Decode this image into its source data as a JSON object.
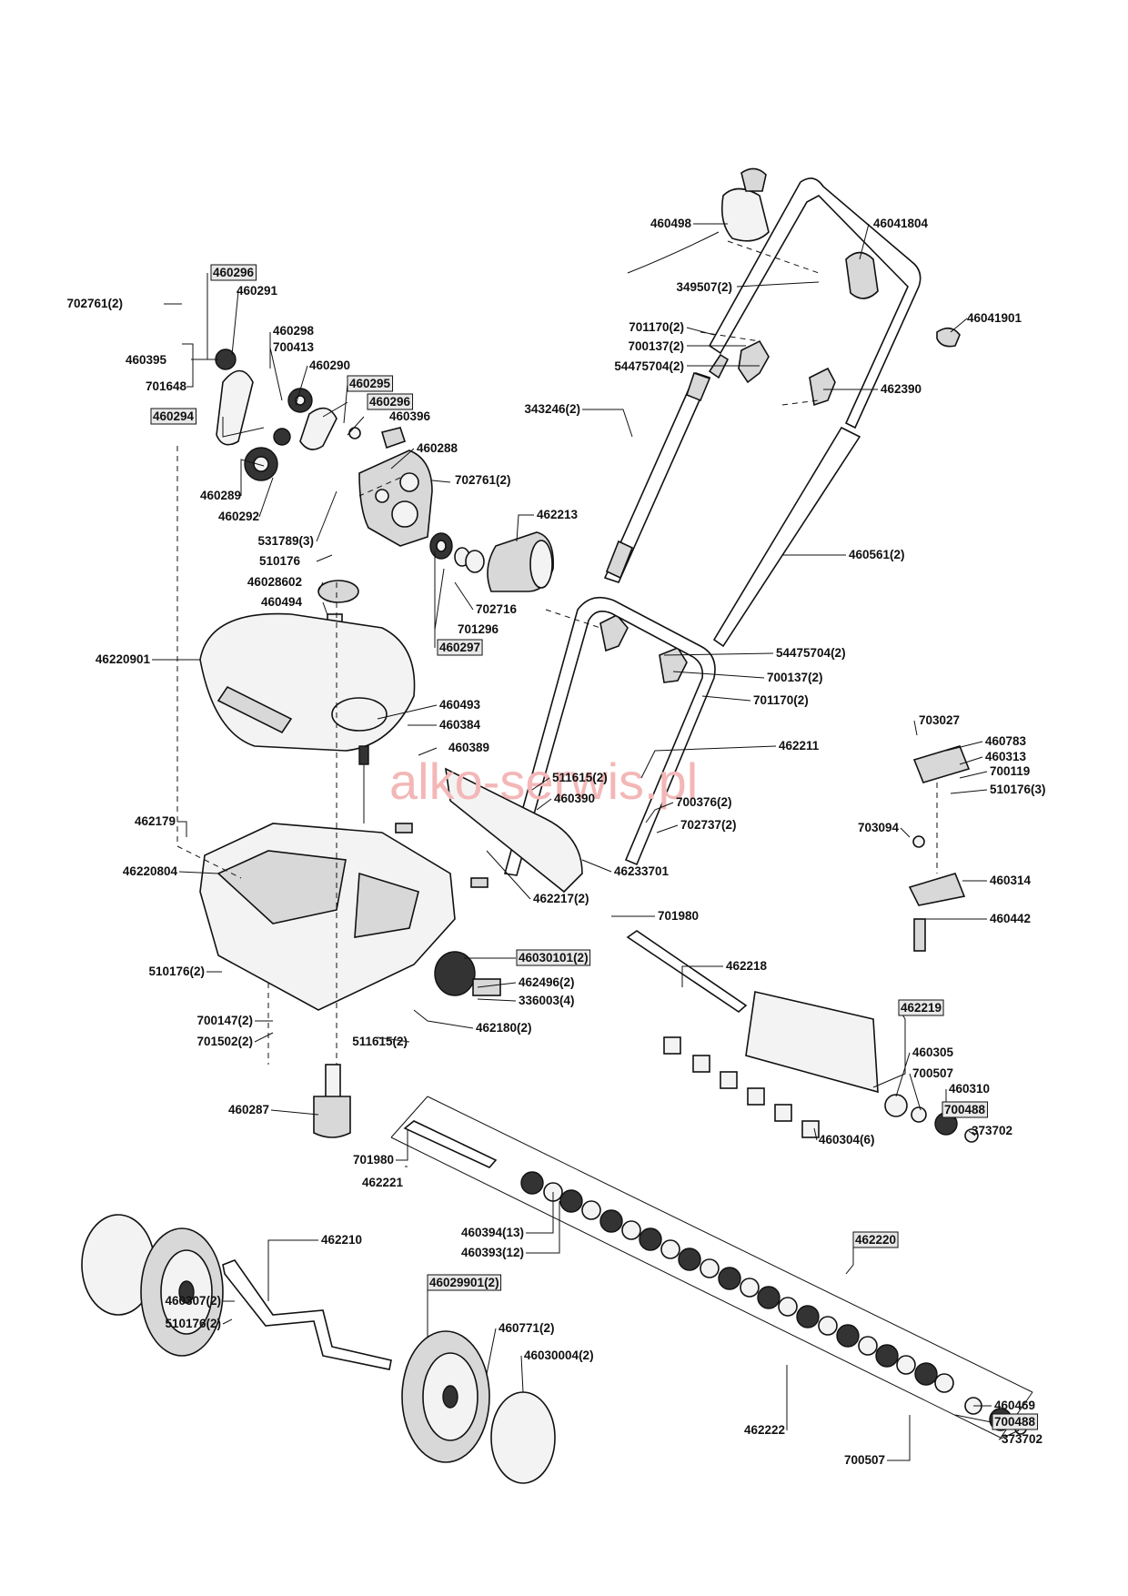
{
  "watermark": "alko-serwis.pl",
  "labels": [
    {
      "id": "l460498",
      "text": "460498",
      "framed": false
    },
    {
      "id": "l46041804",
      "text": "46041804",
      "framed": false
    },
    {
      "id": "l349507",
      "text": "349507(2)",
      "framed": false
    },
    {
      "id": "l701170a",
      "text": "701170(2)",
      "framed": false
    },
    {
      "id": "l700137a",
      "text": "700137(2)",
      "framed": false
    },
    {
      "id": "l54475704a",
      "text": "54475704(2)",
      "framed": false
    },
    {
      "id": "l46041901",
      "text": "46041901",
      "framed": false
    },
    {
      "id": "l462390",
      "text": "462390",
      "framed": false
    },
    {
      "id": "l343246",
      "text": "343246(2)",
      "framed": false
    },
    {
      "id": "l460561",
      "text": "460561(2)",
      "framed": false
    },
    {
      "id": "l460296a",
      "text": "460296",
      "framed": true
    },
    {
      "id": "l702761a",
      "text": "702761(2)",
      "framed": false
    },
    {
      "id": "l460291",
      "text": "460291",
      "framed": false
    },
    {
      "id": "l460395",
      "text": "460395",
      "framed": false
    },
    {
      "id": "l460298",
      "text": "460298",
      "framed": false
    },
    {
      "id": "l700413",
      "text": "700413",
      "framed": false
    },
    {
      "id": "l701648",
      "text": "701648",
      "framed": false
    },
    {
      "id": "l460290",
      "text": "460290",
      "framed": false
    },
    {
      "id": "l460295",
      "text": "460295",
      "framed": true
    },
    {
      "id": "l460296b",
      "text": "460296",
      "framed": true
    },
    {
      "id": "l460294",
      "text": "460294",
      "framed": true
    },
    {
      "id": "l460396",
      "text": "460396",
      "framed": false
    },
    {
      "id": "l460288",
      "text": "460288",
      "framed": false
    },
    {
      "id": "l702761b",
      "text": "702761(2)",
      "framed": false
    },
    {
      "id": "l460289",
      "text": "460289",
      "framed": false
    },
    {
      "id": "l460292",
      "text": "460292",
      "framed": false
    },
    {
      "id": "l462213",
      "text": "462213",
      "framed": false
    },
    {
      "id": "l531789",
      "text": "531789(3)",
      "framed": false
    },
    {
      "id": "l510176a",
      "text": "510176",
      "framed": false
    },
    {
      "id": "l46028602",
      "text": "46028602",
      "framed": false
    },
    {
      "id": "l460494",
      "text": "460494",
      "framed": false
    },
    {
      "id": "l702716",
      "text": "702716",
      "framed": false
    },
    {
      "id": "l701296",
      "text": "701296",
      "framed": false
    },
    {
      "id": "l460297",
      "text": "460297",
      "framed": true
    },
    {
      "id": "l46220901",
      "text": "46220901",
      "framed": false
    },
    {
      "id": "l54475704b",
      "text": "54475704(2)",
      "framed": false
    },
    {
      "id": "l700137b",
      "text": "700137(2)",
      "framed": false
    },
    {
      "id": "l701170b",
      "text": "701170(2)",
      "framed": false
    },
    {
      "id": "l460493",
      "text": "460493",
      "framed": false
    },
    {
      "id": "l460384",
      "text": "460384",
      "framed": false
    },
    {
      "id": "l460389",
      "text": "460389",
      "framed": false
    },
    {
      "id": "l703027",
      "text": "703027",
      "framed": false
    },
    {
      "id": "l460783",
      "text": "460783",
      "framed": false
    },
    {
      "id": "l460313",
      "text": "460313",
      "framed": false
    },
    {
      "id": "l462211",
      "text": "462211",
      "framed": false
    },
    {
      "id": "l700119",
      "text": "700119",
      "framed": false
    },
    {
      "id": "l511615a",
      "text": "511615(2)",
      "framed": false
    },
    {
      "id": "l510176b",
      "text": "510176(3)",
      "framed": false
    },
    {
      "id": "l460390",
      "text": "460390",
      "framed": false
    },
    {
      "id": "l462179",
      "text": "462179",
      "framed": false
    },
    {
      "id": "l700376",
      "text": "700376(2)",
      "framed": false
    },
    {
      "id": "l702737",
      "text": "702737(2)",
      "framed": false
    },
    {
      "id": "l703094",
      "text": "703094",
      "framed": false
    },
    {
      "id": "l46220804",
      "text": "46220804",
      "framed": false
    },
    {
      "id": "l46233701",
      "text": "46233701",
      "framed": false
    },
    {
      "id": "l460314",
      "text": "460314",
      "framed": false
    },
    {
      "id": "l462217",
      "text": "462217(2)",
      "framed": false
    },
    {
      "id": "l701980a",
      "text": "701980",
      "framed": false
    },
    {
      "id": "l460442",
      "text": "460442",
      "framed": false
    },
    {
      "id": "l46030101",
      "text": "46030101(2)",
      "framed": true
    },
    {
      "id": "l462218",
      "text": "462218",
      "framed": false
    },
    {
      "id": "l510176c",
      "text": "510176(2)",
      "framed": false
    },
    {
      "id": "l462496",
      "text": "462496(2)",
      "framed": false
    },
    {
      "id": "l336003",
      "text": "336003(4)",
      "framed": false
    },
    {
      "id": "l462219",
      "text": "462219",
      "framed": true
    },
    {
      "id": "l700147",
      "text": "700147(2)",
      "framed": false
    },
    {
      "id": "l462180",
      "text": "462180(2)",
      "framed": false
    },
    {
      "id": "l701502",
      "text": "701502(2)",
      "framed": false
    },
    {
      "id": "l511615b",
      "text": "511615(2)",
      "framed": false
    },
    {
      "id": "l460305",
      "text": "460305",
      "framed": false
    },
    {
      "id": "l700507a",
      "text": "700507",
      "framed": false
    },
    {
      "id": "l460310",
      "text": "460310",
      "framed": false
    },
    {
      "id": "l700488a",
      "text": "700488",
      "framed": true
    },
    {
      "id": "l373702a",
      "text": "373702",
      "framed": false
    },
    {
      "id": "l460287",
      "text": "460287",
      "framed": false
    },
    {
      "id": "l460304",
      "text": "460304(6)",
      "framed": false
    },
    {
      "id": "l701980b",
      "text": "701980",
      "framed": false
    },
    {
      "id": "l462221",
      "text": "462221",
      "framed": false
    },
    {
      "id": "l462210",
      "text": "462210",
      "framed": false
    },
    {
      "id": "l460394",
      "text": "460394(13)",
      "framed": false
    },
    {
      "id": "l460393",
      "text": "460393(12)",
      "framed": false
    },
    {
      "id": "l462220",
      "text": "462220",
      "framed": true
    },
    {
      "id": "l460307",
      "text": "460307(2)",
      "framed": false
    },
    {
      "id": "l46029901",
      "text": "46029901(2)",
      "framed": true
    },
    {
      "id": "l510176d",
      "text": "510176(2)",
      "framed": false
    },
    {
      "id": "l460771",
      "text": "460771(2)",
      "framed": false
    },
    {
      "id": "l46030004",
      "text": "46030004(2)",
      "framed": false
    },
    {
      "id": "l460469",
      "text": "460469",
      "framed": false
    },
    {
      "id": "l700488b",
      "text": "700488",
      "framed": true
    },
    {
      "id": "l462222",
      "text": "462222",
      "framed": false
    },
    {
      "id": "l373702b",
      "text": "373702",
      "framed": false
    },
    {
      "id": "l700507b",
      "text": "700507",
      "framed": false
    }
  ]
}
